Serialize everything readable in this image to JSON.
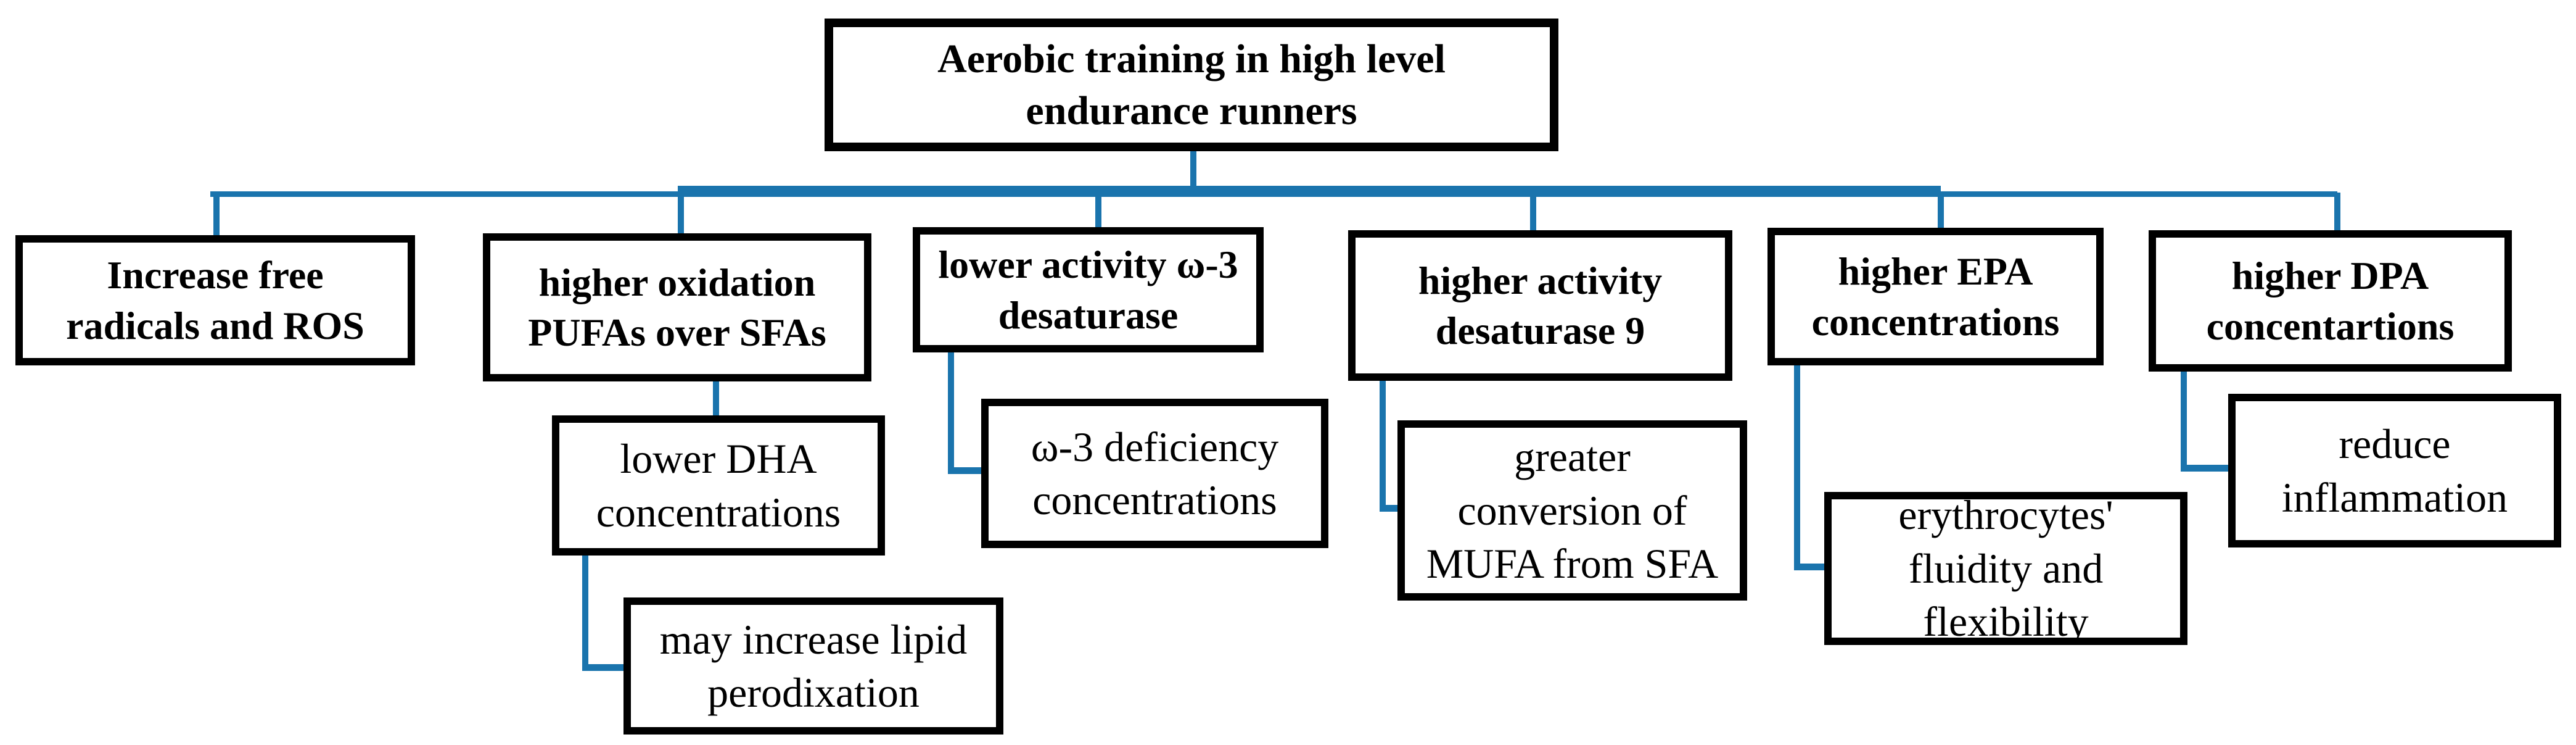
{
  "colors": {
    "connector": "#1a74ad",
    "box_border": "#000000",
    "box_background": "#ffffff",
    "page_background": "#ffffff",
    "text": "#000000"
  },
  "nodes": {
    "root": {
      "label": "Aerobic training in high level\nendurance runners",
      "emphasis": "bold"
    },
    "free_radicals": {
      "label": "Increase free\nradicals and ROS",
      "emphasis": "bold"
    },
    "oxidation": {
      "label": "higher oxidation\nPUFAs over SFAs",
      "emphasis": "bold"
    },
    "lower_activity": {
      "label": "lower activity ω-3\ndesaturase",
      "emphasis": "bold"
    },
    "higher_activity": {
      "label": "higher activity\ndesaturase 9",
      "emphasis": "bold"
    },
    "higher_epa": {
      "label": "higher EPA\nconcentrations",
      "emphasis": "bold"
    },
    "higher_dpa": {
      "label": "higher DPA\nconcentartions",
      "emphasis": "bold"
    },
    "lower_dha": {
      "label": "lower DHA\nconcentrations",
      "emphasis": "normal"
    },
    "omega_deficiency": {
      "label": "ω-3 deficiency\nconcentrations",
      "emphasis": "normal"
    },
    "greater_conversion": {
      "label": "greater\nconversion of\nMUFA from SFA",
      "emphasis": "normal"
    },
    "erythrocytes": {
      "label": "erythrocytes'\nfluidity and\nflexibility",
      "emphasis": "normal"
    },
    "reduce_inflammation": {
      "label": "reduce\ninflammation",
      "emphasis": "normal"
    },
    "lipid_peroxidation": {
      "label": "may increase lipid\nperodixation",
      "emphasis": "normal"
    }
  }
}
